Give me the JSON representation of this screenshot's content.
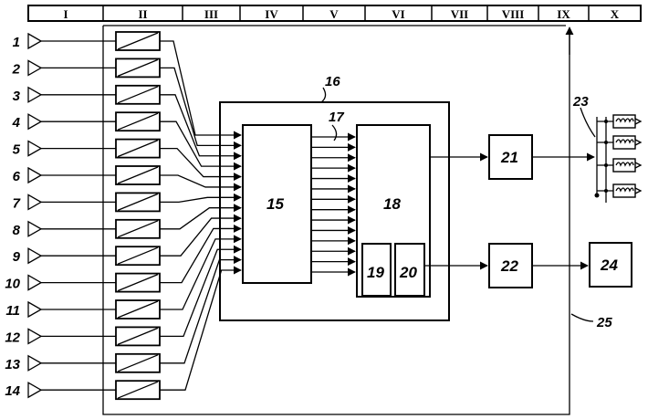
{
  "header": {
    "columns": [
      "I",
      "II",
      "III",
      "IV",
      "V",
      "VI",
      "VII",
      "VIII",
      "IX",
      "X"
    ]
  },
  "inputs": [
    "1",
    "2",
    "3",
    "4",
    "5",
    "6",
    "7",
    "8",
    "9",
    "10",
    "11",
    "12",
    "13",
    "14"
  ],
  "blocks": {
    "b15": "15",
    "b16": "16",
    "b17": "17",
    "b18": "18",
    "b19": "19",
    "b20": "20",
    "b21": "21",
    "b22": "22",
    "b23": "23",
    "b24": "24",
    "b25": "25"
  }
}
